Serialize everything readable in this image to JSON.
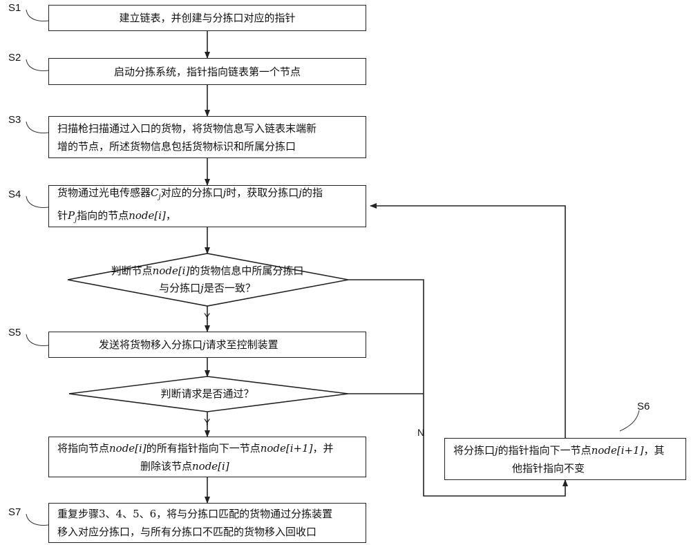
{
  "steps": {
    "s1": "S1",
    "s2": "S2",
    "s3": "S3",
    "s4": "S4",
    "s5": "S5",
    "s6": "S6",
    "s7": "S7"
  },
  "boxes": {
    "b1": "建立链表，并创建与分拣口对应的指针",
    "b2": "启动分拣系统，指针指向链表第一个节点",
    "b3_l1": "扫描枪扫描通过入口的货物，将货物信息写入链表末端新",
    "b3_l2": "增的节点，所述货物信息包括货物标识和所属分拣口",
    "b4_l1a": "货物通过光电传感器",
    "b4_l1_var": "C",
    "b4_l1_sub": "j",
    "b4_l1b": "对应的分拣口",
    "b4_l1_j": "j",
    "b4_l1c": "时，获取分拣口",
    "b4_l1_j2": "j",
    "b4_l1d": "的指",
    "b4_l2a": "针",
    "b4_l2_var": "P",
    "b4_l2_sub": "j",
    "b4_l2b": "指向的节点",
    "b4_l2_node": "node[i]",
    "b4_l2c": "，",
    "b5a": "发送将货物移入分拣口",
    "b5_j": "j",
    "b5b": "请求至控制装置",
    "b6_l1a": "将指向节点",
    "b6_l1_node": "node[i]",
    "b6_l1b": "的所有指针指向下一节点",
    "b6_l1_node2": "node[i+1]",
    "b6_l1c": "，并",
    "b6_l2a": "删除该节点",
    "b6_l2_node": "node[i]",
    "b7_l1": "重复步骤3、4、5、6，将与分拣口匹配的货物通过分拣装置",
    "b7_l2": "移入对应分拣口，与所有分拣口不匹配的货物移入回收口",
    "bs6_l1a": "将分拣口",
    "bs6_l1_j": "j",
    "bs6_l1b": "的指针指向下一节点",
    "bs6_l1_node": "node[i+1]",
    "bs6_l1c": "，其",
    "bs6_l2": "他指针指向不变"
  },
  "decisions": {
    "d1_l1a": "判断节点",
    "d1_l1_node": "node[i]",
    "d1_l1b": "的货物信息中所属分拣口",
    "d1_l2a": "与分拣口",
    "d1_l2_j": "j",
    "d1_l2b": "是否一致？",
    "d2": "判断请求是否通过？"
  },
  "labels": {
    "y1": "Y",
    "y2": "Y",
    "n": "N"
  }
}
